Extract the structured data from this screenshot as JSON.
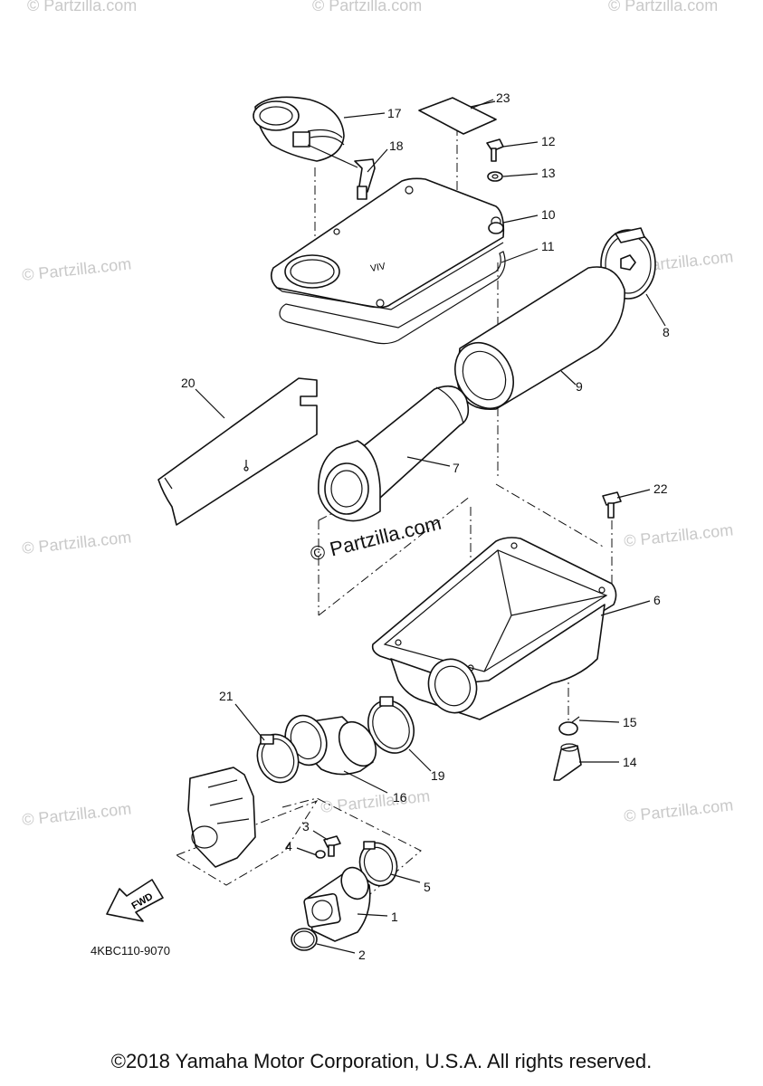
{
  "diagram": {
    "part_labels": [
      "1",
      "2",
      "3",
      "4",
      "5",
      "6",
      "7",
      "8",
      "9",
      "10",
      "11",
      "12",
      "13",
      "14",
      "15",
      "16",
      "17",
      "18",
      "19",
      "20",
      "21",
      "22",
      "23"
    ],
    "fwd_label": "FWD",
    "lid_marking": "ΛIΛ",
    "diagram_code": "4KBC110-9070",
    "watermark_text": "© Partzilla.com",
    "center_watermark": "© Partzilla.com"
  },
  "footer": {
    "copyright": "©2018 Yamaha Motor Corporation, U.S.A. All rights reserved."
  }
}
